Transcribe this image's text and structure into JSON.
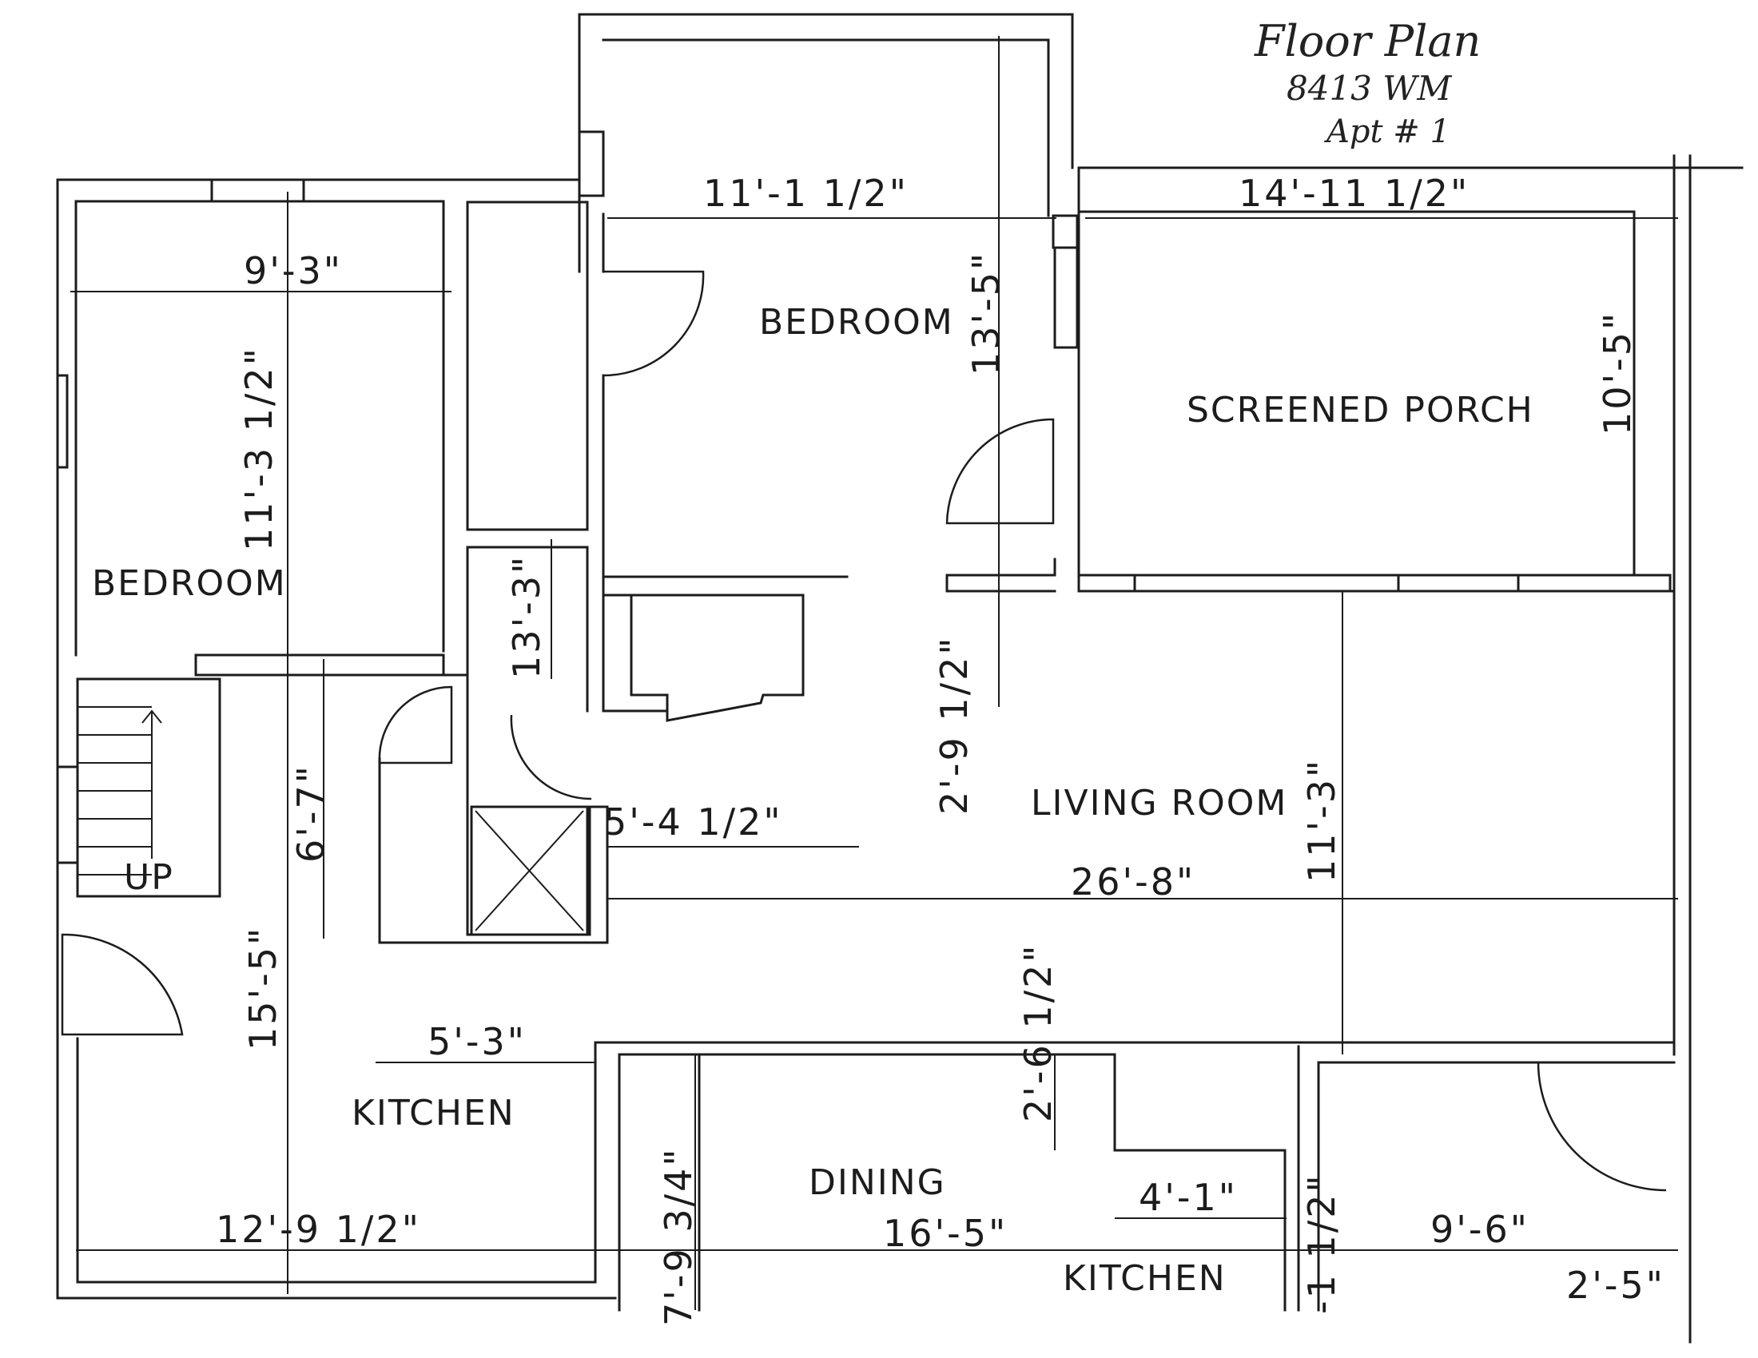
{
  "title": {
    "line1": "Floor Plan",
    "line2": "8413 WM",
    "line3": "Apt # 1"
  },
  "rooms": {
    "bedroom_left": "BEDROOM",
    "bedroom_top": "BEDROOM",
    "screened_porch": "SCREENED PORCH",
    "living_room": "LIVING ROOM",
    "kitchen_left": "KITCHEN",
    "dining": "DINING",
    "kitchen_bottom": "KITCHEN",
    "stairs_up": "UP"
  },
  "dimensions": {
    "bedroom_top_width": "11'-1 1/2\"",
    "porch_width": "14'-11 1/2\"",
    "bedroom_left_width": "9'-3\"",
    "bedroom_left_depth": "11'-3 1/2\"",
    "bedroom_top_depth": "13'-5\"",
    "porch_depth": "10'-5\"",
    "closet_depth": "13'-3\"",
    "living_small_depth": "2'-9 1/2\"",
    "hall_depth": "6'-7\"",
    "closet_width": "5'-4 1/2\"",
    "living_depth": "11'-3\"",
    "living_width": "26'-8\"",
    "stair_hall_depth": "15'-5\"",
    "kitchen_left_width": "5'-3\"",
    "dining_small_depth": "2'-6 1/2\"",
    "dining_depth": "7'-9 3/4\"",
    "kitchen_small_width": "4'-1\"",
    "kitchen_left_total": "12'-9 1/2\"",
    "dining_width": "16'-5\"",
    "kitchen_bottom_depth": "-1 1/2\"",
    "right_room_width": "9'-6\"",
    "right_small": "2'-5\""
  }
}
